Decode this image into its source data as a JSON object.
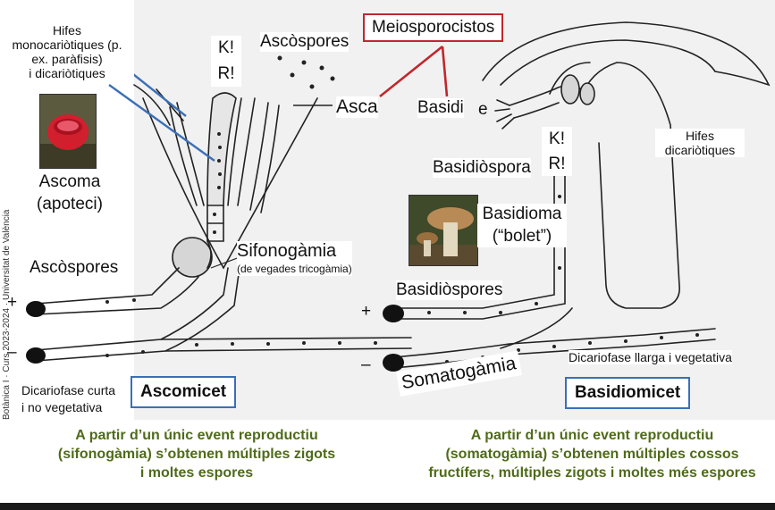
{
  "labels": {
    "hifes_mono": [
      "Hifes",
      "monocariòtiques (p.",
      "ex. paràfisis)",
      "i dicariòtiques"
    ],
    "kr_left": [
      "K!",
      "R!"
    ],
    "ascospores_top": "Ascòspores",
    "meiosporocistos": "Meiosporocistos",
    "asca": "Asca",
    "basidi": "Basidi",
    "ascoma": [
      "Ascoma",
      "(apoteci)"
    ],
    "kr_right": [
      "K!",
      "R!"
    ],
    "basidiospora": "Basidiòspora",
    "hifes_dicario": [
      "Hifes",
      "dicariòtiques"
    ],
    "basidioma": [
      "Basidioma",
      "(“bolet”)"
    ],
    "ascospores_left": "Ascòspores",
    "sifonogamia": "Sifonogàmia",
    "sifonogamia_note": "(de vegades tricogàmia)",
    "basidiospores": "Basidiòspores",
    "somatogamia": "Somatogàmia",
    "dicariofase_llarga": "Dicariofase llarga i vegetativa",
    "dicariofase_curta": [
      "Dicariofase curta",
      "i no vegetativa"
    ],
    "ascomicet": "Ascomicet",
    "basidiomicet": "Basidiomicet",
    "plus": "+",
    "minus": "–",
    "asca_e": "e"
  },
  "captions": {
    "left": [
      "A partir d’un únic event reproductiu",
      "(sifonogàmia) s’obtenen múltiples zigots",
      "i moltes espores"
    ],
    "right": [
      "A partir d’un únic event reproductiu",
      "(somatogàmia) s’obtenen múltiples cossos",
      "fructífers, múltiples zigots i moltes més espores"
    ]
  },
  "side_text": "Botànica I · Curs 2023-2024 · Universitat de València",
  "colors": {
    "blue_box": "#3b6fb6",
    "red_box": "#c0272d",
    "caption_green": "#4f6b1a"
  }
}
